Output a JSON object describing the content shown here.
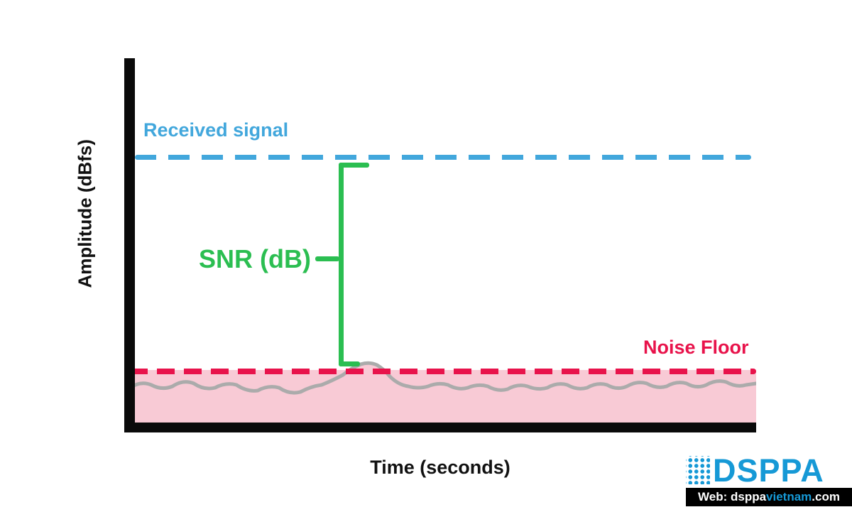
{
  "colors": {
    "signal_blue": "#42A7DC",
    "noise_red": "#E8134B",
    "snr_green": "#2BBE51",
    "noise_fill": "#F8CAD5",
    "noise_wave": "#ABABAB",
    "axis_black": "#0A0A0A",
    "brand_blue": "#1699D6"
  },
  "diagram": {
    "y_axis_label": "Amplitude (dBfs)",
    "x_axis_label": "Time (seconds)",
    "received_signal": {
      "label": "Received signal"
    },
    "noise_floor": {
      "label": "Noise Floor"
    },
    "snr": {
      "label": "SNR (dB)"
    }
  },
  "footer": {
    "brand": "DSPPA",
    "website": {
      "prefix": "Web: ",
      "part1": "dsppa",
      "part2": "vietnam",
      "part3": ".com"
    }
  }
}
